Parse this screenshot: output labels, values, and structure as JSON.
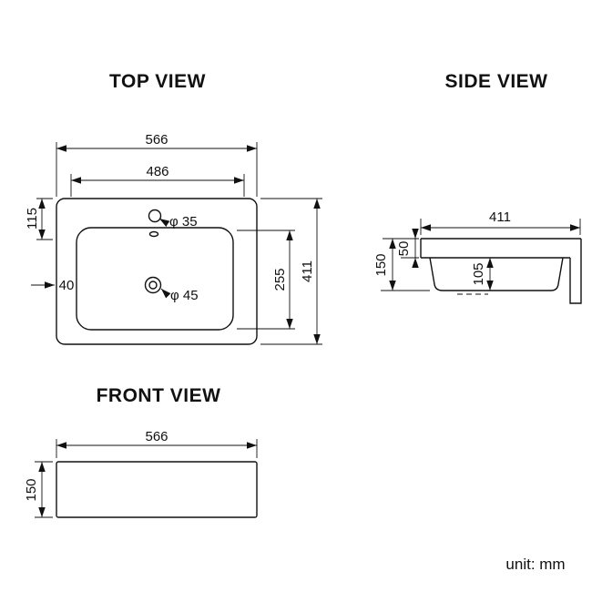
{
  "titles": {
    "top": "TOP VIEW",
    "side": "SIDE VIEW",
    "front": "FRONT VIEW"
  },
  "unit_label": "unit: mm",
  "top_view": {
    "outer_width": "566",
    "inner_width": "486",
    "edge_to_faucet": "115",
    "faucet_dia": "φ 35",
    "edge_offset": "40",
    "bowl_length": "255",
    "outer_depth": "411",
    "drain_dia": "φ 45"
  },
  "side_view": {
    "depth": "411",
    "rim_thickness": "50",
    "total_height": "150",
    "bowl_depth": "105"
  },
  "front_view": {
    "width": "566",
    "height": "150"
  }
}
